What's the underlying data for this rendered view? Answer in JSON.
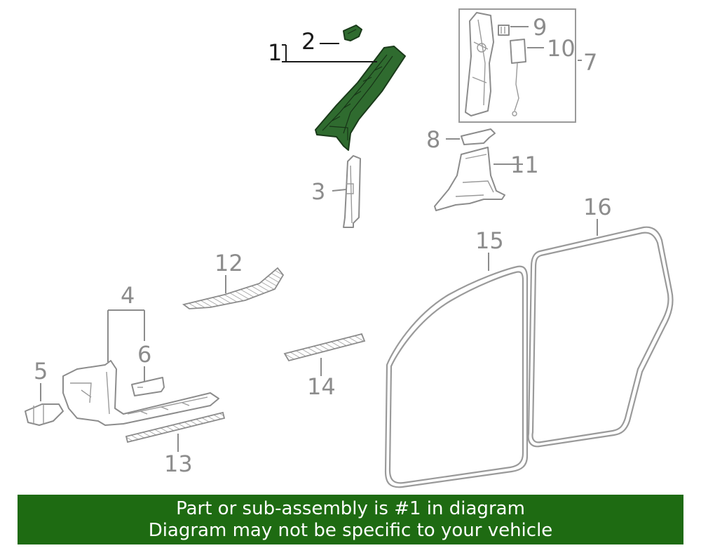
{
  "callouts": {
    "c1": "1",
    "c2": "2",
    "c3": "3",
    "c4": "4",
    "c5": "5",
    "c6": "6",
    "c7": "7",
    "c8": "8",
    "c9": "9",
    "c10": "10",
    "c11": "11",
    "c12": "12",
    "c13": "13",
    "c14": "14",
    "c15": "15",
    "c16": "16"
  },
  "highlight_part": "1",
  "colors": {
    "highlight_fill": "#2f6b2f",
    "banner_background": "#1e6b12",
    "line_gray": "#8c8c8c"
  },
  "banner": {
    "line1": "Part or sub-assembly is #1 in diagram",
    "line2": "Diagram may not be specific to your vehicle"
  }
}
